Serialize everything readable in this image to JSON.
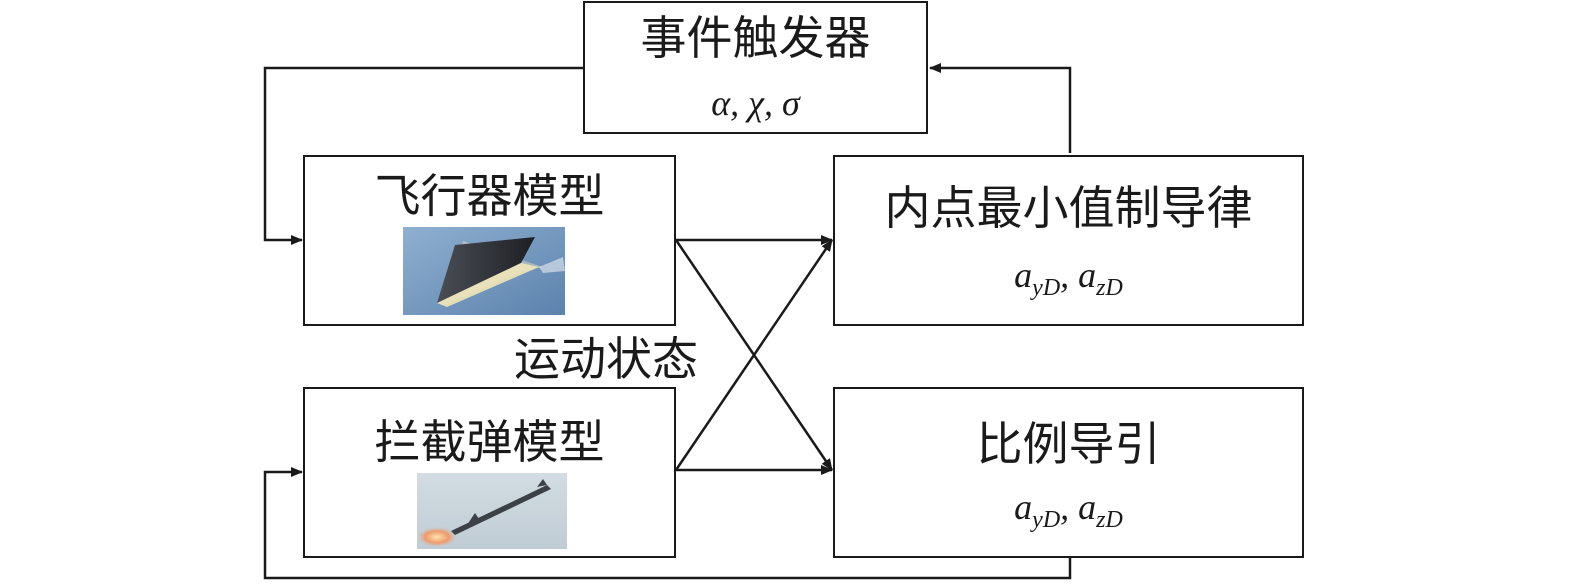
{
  "trigger": {
    "title": "事件触发器",
    "params": "α, χ, σ"
  },
  "aircraft": {
    "title": "飞行器模型",
    "image_icon": "hypersonic-vehicle"
  },
  "interceptor": {
    "title": "拦截弹模型",
    "image_icon": "missile-launch"
  },
  "ipm_guidance": {
    "title": "内点最小值制导律",
    "a1": "a",
    "s1": "yD",
    "sep": ", ",
    "a2": "a",
    "s2": "zD"
  },
  "pn_guidance": {
    "title": "比例导引",
    "a1": "a",
    "s1": "yD",
    "sep": ", ",
    "a2": "a",
    "s2": "zD"
  },
  "motion_label": "运动状态"
}
